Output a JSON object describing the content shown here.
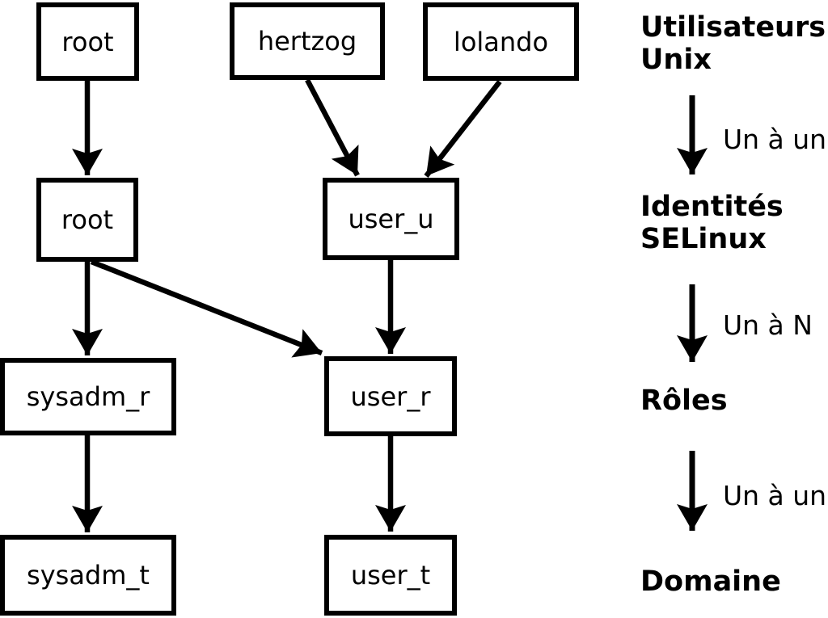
{
  "nodes": {
    "unix_users": {
      "root": "root",
      "hertzog": "hertzog",
      "lolando": "lolando"
    },
    "selinux_identities": {
      "root": "root",
      "user_u": "user_u"
    },
    "roles": {
      "sysadm_r": "sysadm_r",
      "user_r": "user_r"
    },
    "domains": {
      "sysadm_t": "sysadm_t",
      "user_t": "user_t"
    }
  },
  "legend": {
    "levels": [
      "Utilisateurs Unix",
      "Identités SELinux",
      "Rôles",
      "Domaine"
    ],
    "relations": [
      "Un à un",
      "Un à N",
      "Un à un"
    ]
  },
  "colors": {
    "ink": "#000000",
    "background": "#ffffff"
  }
}
